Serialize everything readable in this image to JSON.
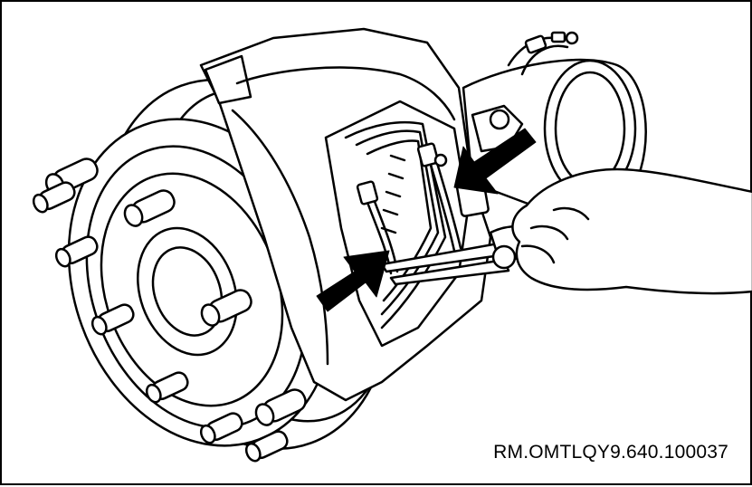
{
  "figure": {
    "reference_code": "RM.OMTLQY9.640.100037"
  },
  "colors": {
    "line": "#000000",
    "fill": "#ffffff"
  },
  "icons": [
    "wheel-hub",
    "brake-caliper",
    "brake-pad",
    "pad-wear-sensor-wire",
    "pliers",
    "hand",
    "arrow-left"
  ]
}
